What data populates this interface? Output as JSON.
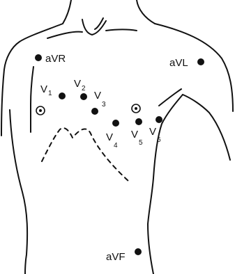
{
  "diagram": {
    "colors": {
      "line": "#111111",
      "electrode": "#111111",
      "background": "#ffffff"
    },
    "limb_leads": [
      {
        "label": "aVR"
      },
      {
        "label": "aVL"
      },
      {
        "label": "aVF"
      }
    ],
    "precordial_leads": [
      {
        "letter": "V",
        "number": "1"
      },
      {
        "letter": "V",
        "number": "2"
      },
      {
        "letter": "V",
        "number": "3"
      },
      {
        "letter": "V",
        "number": "4"
      },
      {
        "letter": "V",
        "number": "5"
      },
      {
        "letter": "V",
        "number": "6"
      }
    ],
    "nipple_markers": [
      "nipple-left-icon",
      "nipple-right-icon"
    ]
  }
}
